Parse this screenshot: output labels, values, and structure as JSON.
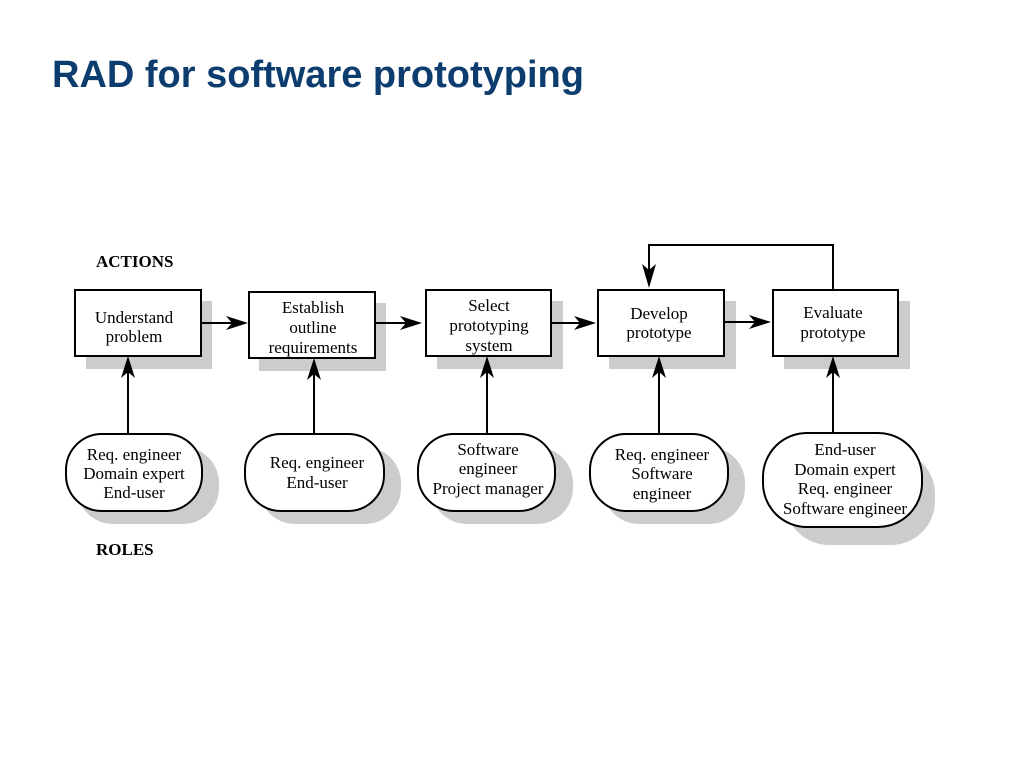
{
  "title": "RAD for software prototyping",
  "headers": {
    "actions": "ACTIONS",
    "roles": "ROLES"
  },
  "actions": [
    {
      "lines": [
        "Understand",
        "problem"
      ]
    },
    {
      "lines": [
        "Establish",
        "outline",
        "requirements"
      ]
    },
    {
      "lines": [
        "Select",
        "prototyping",
        "system"
      ]
    },
    {
      "lines": [
        "Develop",
        "prototype"
      ]
    },
    {
      "lines": [
        "Evaluate",
        "prototype"
      ]
    }
  ],
  "roles": [
    {
      "lines": [
        "Req. engineer",
        "Domain expert",
        "End-user"
      ]
    },
    {
      "lines": [
        "Req. engineer",
        "End-user"
      ]
    },
    {
      "lines": [
        "Software",
        "engineer",
        "Project manager"
      ]
    },
    {
      "lines": [
        "Req. engineer",
        "Software",
        "engineer"
      ]
    },
    {
      "lines": [
        "End-user",
        "Domain expert",
        "Req. engineer",
        "Software engineer"
      ]
    }
  ],
  "colors": {
    "title": "#0d3d6e",
    "shadow": "#cccccc",
    "stroke": "#000000",
    "fill": "#ffffff"
  }
}
